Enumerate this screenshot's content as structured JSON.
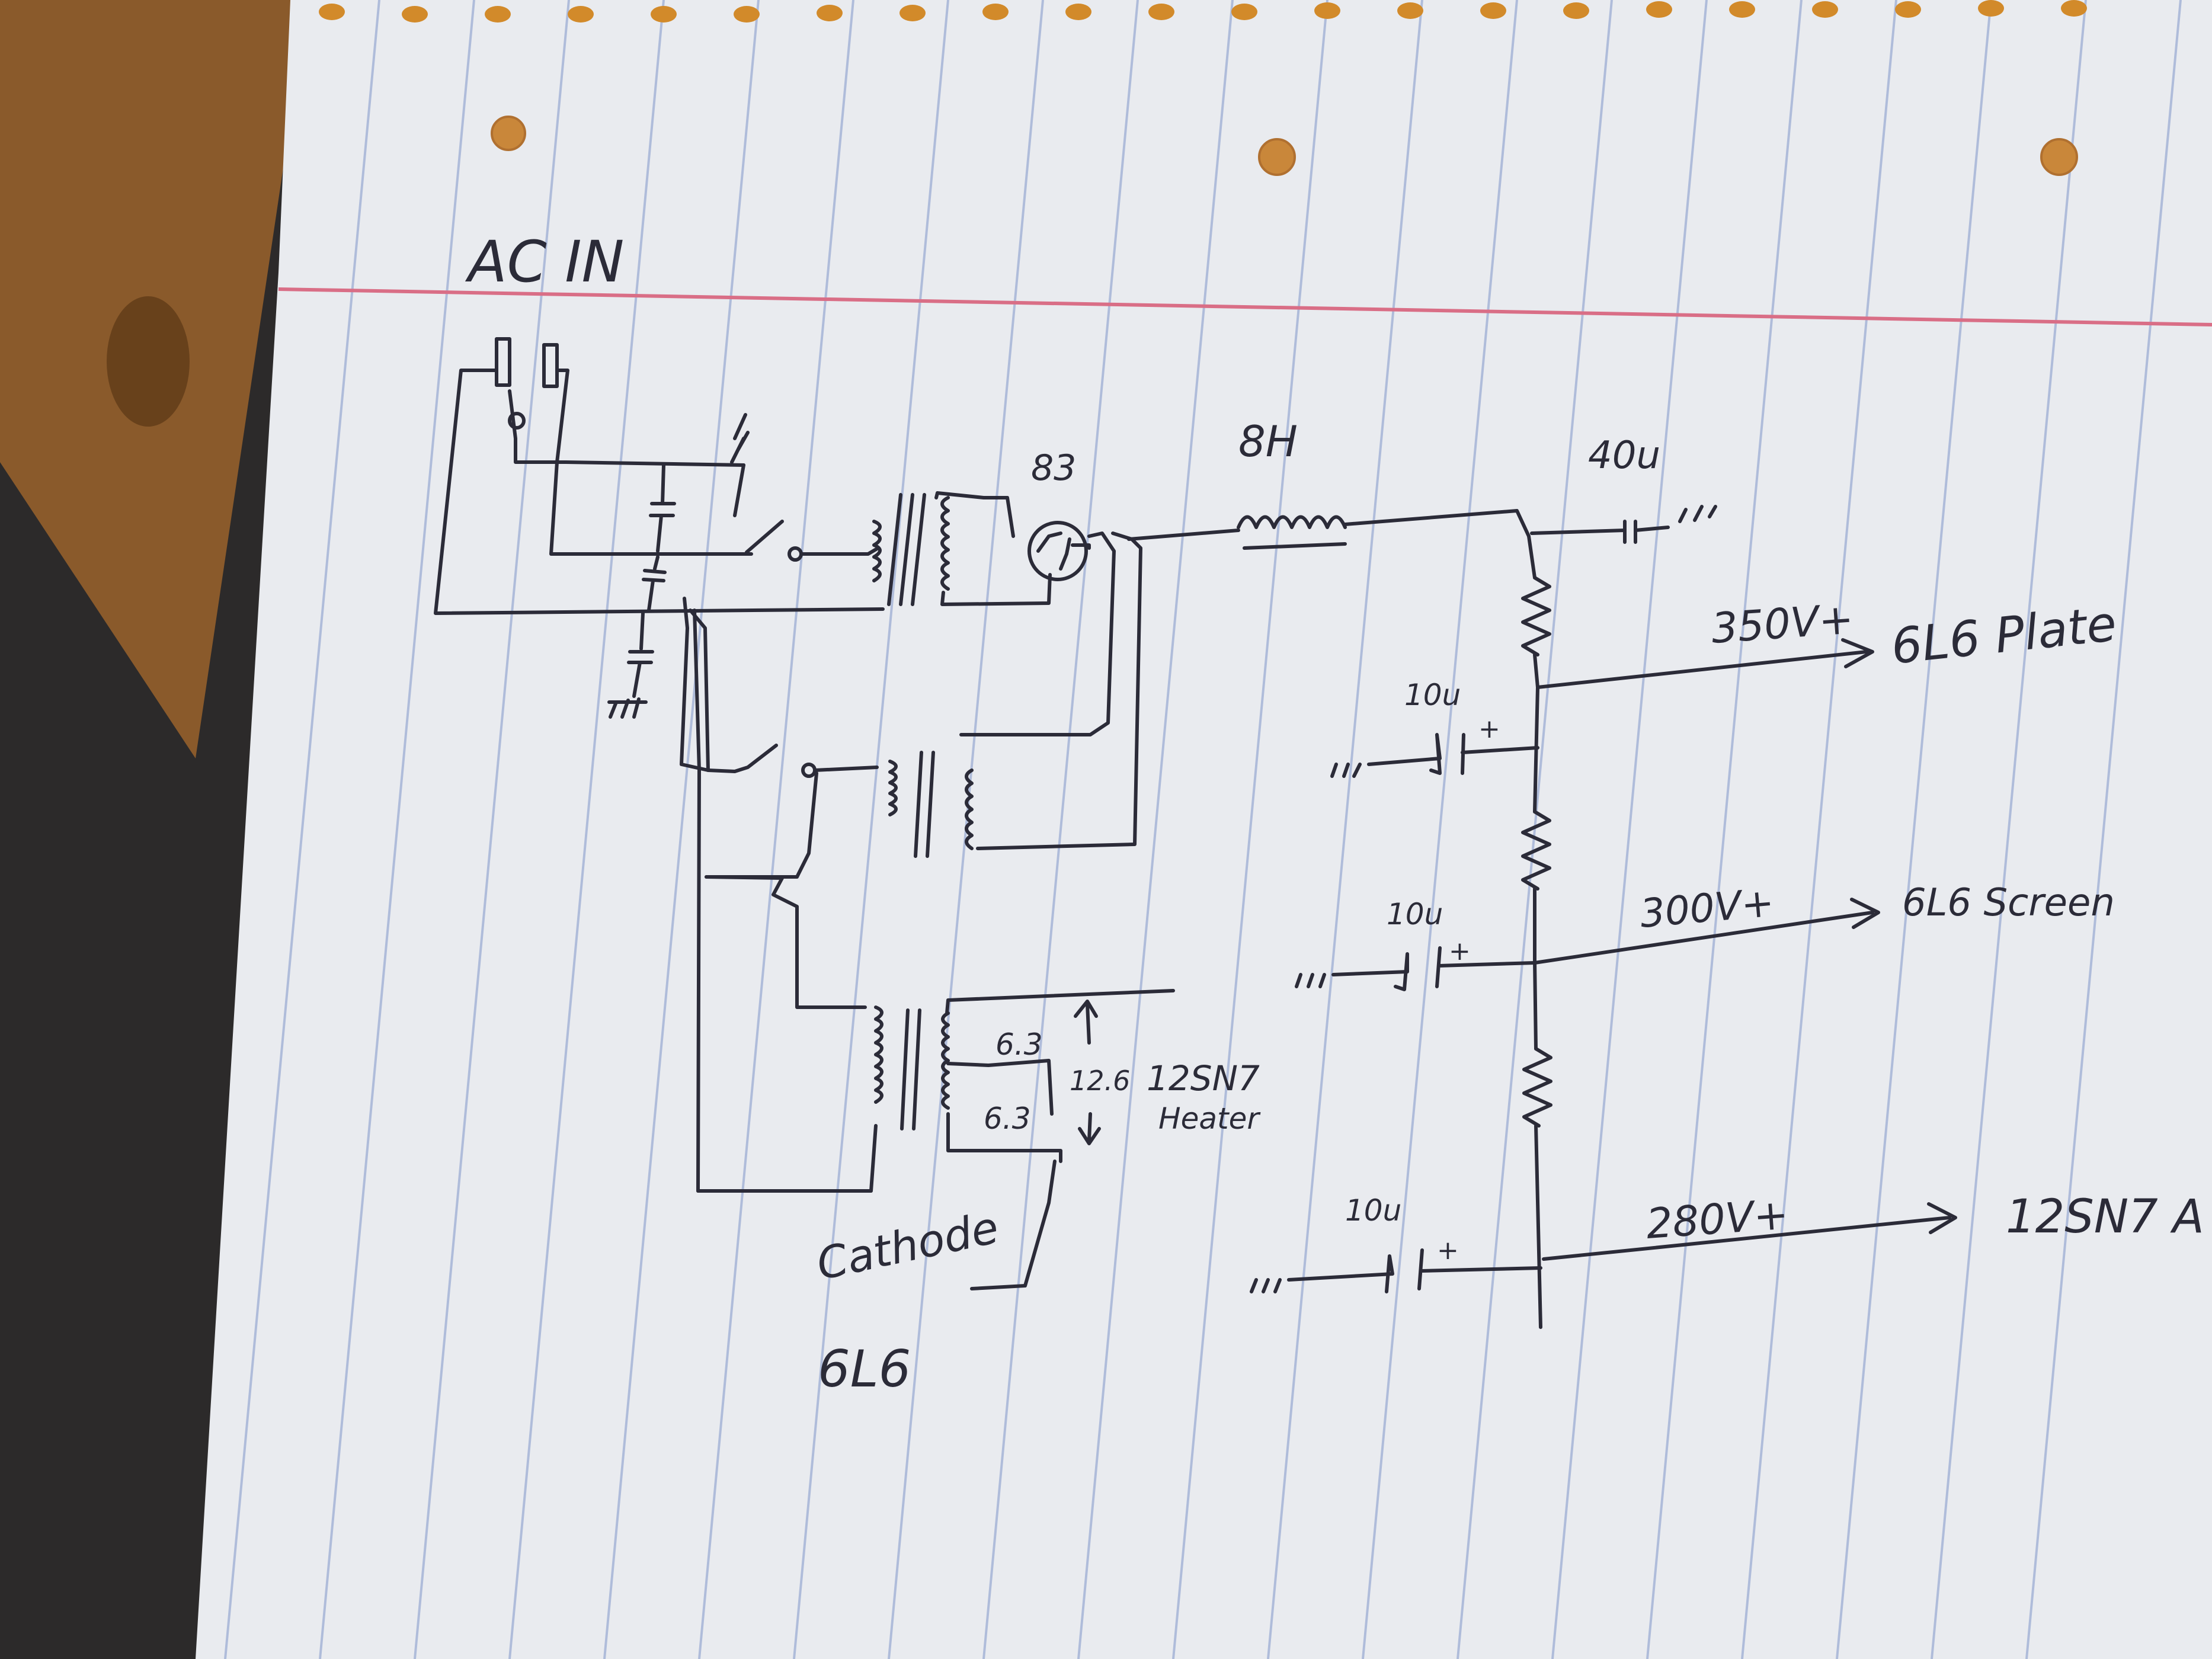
{
  "title": "AC IN",
  "components": {
    "choke_label": "8H",
    "rectifier_label": "83",
    "input_cap_label": "40u",
    "cap1_label": "10u",
    "cap2_label": "10u",
    "cap3_label": "10u",
    "tap_label_a": "6.3",
    "tap_label_b": "6.3",
    "heater_volts_label": "12.6",
    "heater_tube_label": "12SN7",
    "heater_word_label": "Heater",
    "cathode_label_line1": "Cathode",
    "cathode_label_line2": "6L6",
    "plus_mark": "+"
  },
  "outputs": [
    {
      "voltage": "350V+",
      "destination": "6L6 Plate"
    },
    {
      "voltage": "300V+",
      "destination": "6L6 Screen"
    },
    {
      "voltage": "280V+",
      "destination": "12SN7 A"
    }
  ],
  "colors": {
    "paper": "#e9ebef",
    "blue_rules": "#a9b8d8",
    "red_margin": "#d96e86",
    "ink": "#2b2b38",
    "desk": "#8a5a2b"
  }
}
